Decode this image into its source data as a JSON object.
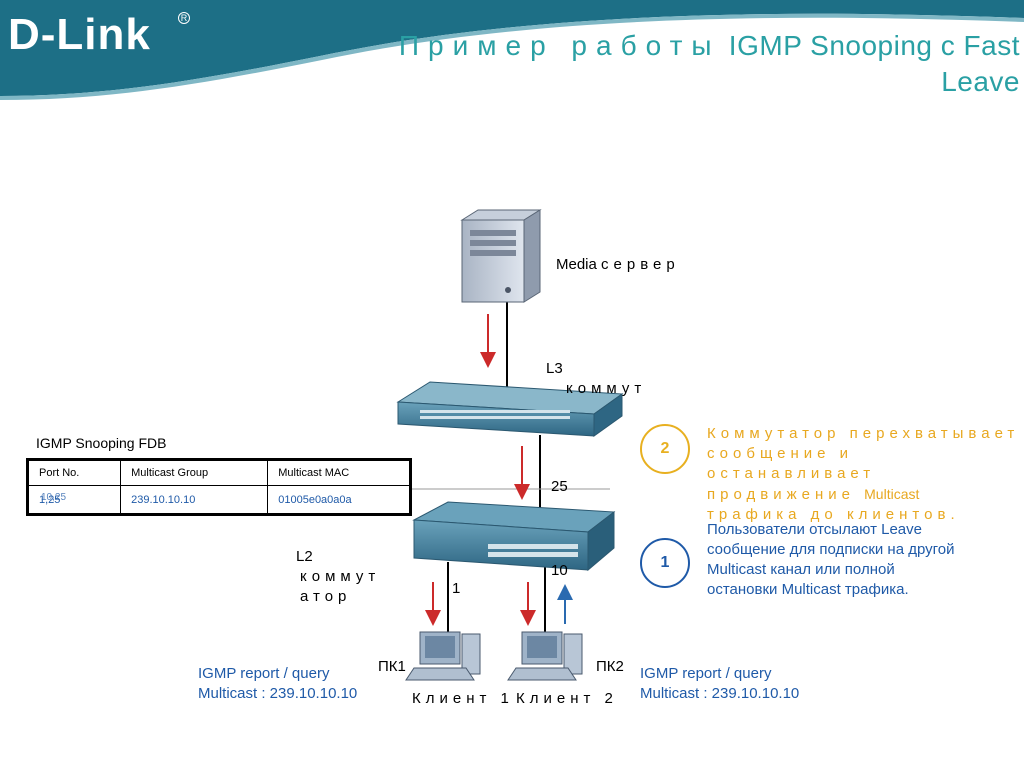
{
  "header": {
    "logo": "D-Link",
    "logo_mark": "R",
    "title_part1": "Пример работы",
    "title_part2": " IGMP Snooping с Fast",
    "title_line2": "Leave"
  },
  "diagram": {
    "media_server_label_a": "Media",
    "media_server_label_b": "сервер",
    "l3_label_a": "L3",
    "l3_label_b": "коммут",
    "l2_label_a": "L2",
    "l2_label_b": "коммут",
    "l2_label_c": "атор",
    "port_25": "25",
    "port_1": "1",
    "port_10": "10",
    "pc1_label": "ПК1",
    "pc2_label": "ПК2",
    "client1_label": "Клиент 1",
    "client2_label": "Клиент 2",
    "report_left_line1": "IGMP report / query",
    "report_left_line2": "Multicast : 239.10.10.10",
    "report_right_line1": "IGMP report / query",
    "report_right_line2": "Multicast : 239.10.10.10"
  },
  "fdb": {
    "title": "IGMP Snooping FDB",
    "headers": [
      "Port No.",
      "Multicast Group",
      "Multicast MAC"
    ],
    "row": [
      "1,25",
      "239.10.10.10",
      "01005e0a0a0a"
    ],
    "row_overlap": "10,25"
  },
  "notes": {
    "step2_number": "2",
    "step2_text": "Коммутатор перехватывает сообщение и останавливает продвижение",
    "step2_multicast": "Multicast",
    "step2_tail": "трафика до клиентов.",
    "step1_number": "1",
    "step1_text": "Пользователи отсылают Leave сообщение для подписки на другой Multicast канал или полной остановки Multicast трафика."
  },
  "colors": {
    "teal": "#2aa0a4",
    "header": "#1d6f86",
    "red_arrow": "#cc2a2a",
    "blue_arrow": "#2a6ab0",
    "orange": "#e8b020",
    "blue_text": "#1f5aa8"
  }
}
